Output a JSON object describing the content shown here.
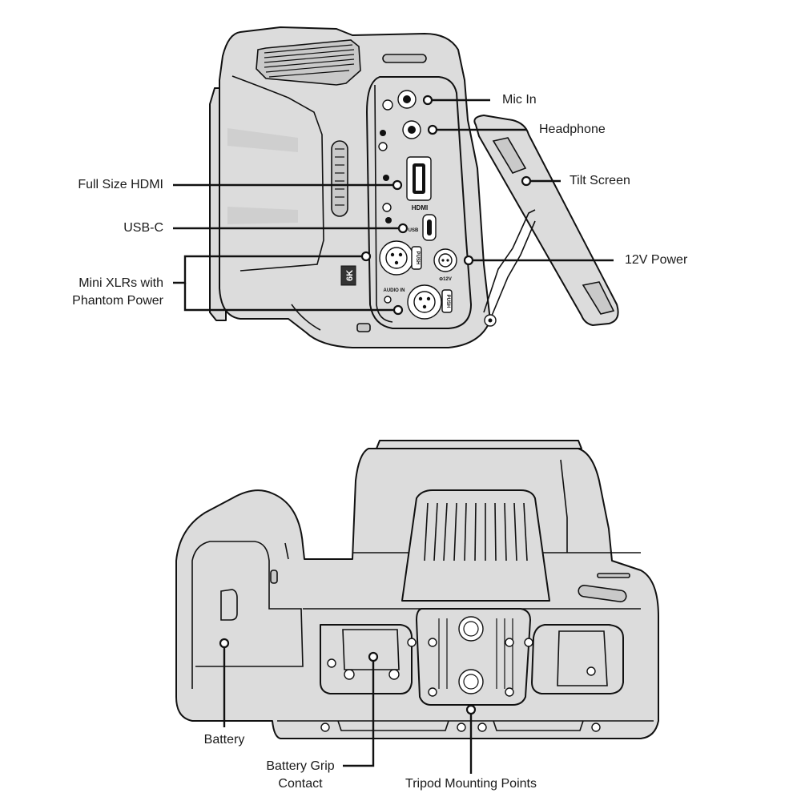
{
  "colors": {
    "body_fill": "#dcdcdc",
    "body_dark": "#c9c9c9",
    "stroke": "#111111",
    "leader": "#111111",
    "background": "#ffffff"
  },
  "side_view": {
    "panel_markings": {
      "hdmi": "HDMI",
      "usb": "USB",
      "push_1": "PUSH",
      "push_2": "PUSH",
      "power": "⊖12V",
      "audio_in": "AUDIO IN",
      "badge": "6K"
    },
    "callouts": {
      "mic_in": "Mic In",
      "headphone": "Headphone",
      "tilt_screen": "Tilt Screen",
      "full_size_hdmi": "Full Size HDMI",
      "usb_c": "USB-C",
      "twelve_v_power": "12V Power",
      "mini_xlrs_line1": "Mini XLRs with",
      "mini_xlrs_line2": "Phantom Power"
    }
  },
  "bottom_view": {
    "callouts": {
      "battery": "Battery",
      "battery_grip_line1": "Battery Grip",
      "battery_grip_line2": "Contact",
      "tripod_mounting_points": "Tripod Mounting Points"
    }
  }
}
